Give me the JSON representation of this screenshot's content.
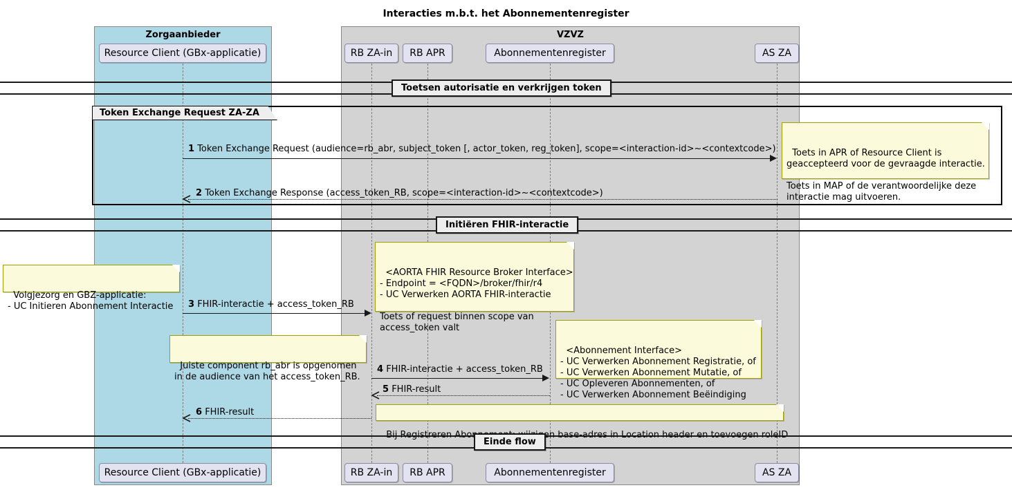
{
  "diagram": {
    "title": "Interacties m.b.t. het Abonnementenregister",
    "type": "uml-sequence-diagram",
    "colors": {
      "zorgaanbieder_box": "#ADD8E6",
      "vzvz_box": "#D3D3D3",
      "participant_fill": "#E2E2F0",
      "note_fill": "#FBFBDB",
      "note_border": "#A0A000",
      "line": "#181818"
    }
  },
  "groups": [
    {
      "name": "zorgaanbieder",
      "label": "Zorgaanbieder"
    },
    {
      "name": "vzvz",
      "label": "VZVZ"
    }
  ],
  "participants": [
    {
      "id": "rc",
      "label": "Resource Client (GBx-applicatie)"
    },
    {
      "id": "rbza",
      "label": "RB ZA-in"
    },
    {
      "id": "rbapr",
      "label": "RB APR"
    },
    {
      "id": "abr",
      "label": "Abonnementenregister"
    },
    {
      "id": "asza",
      "label": "AS ZA"
    }
  ],
  "dividers": [
    {
      "id": "d1",
      "label": "Toetsen autorisatie en verkrijgen token"
    },
    {
      "id": "d2",
      "label": "Initiëren FHIR-interactie"
    },
    {
      "id": "d3",
      "label": "Einde flow"
    }
  ],
  "frames": [
    {
      "id": "f1",
      "label": "Token Exchange Request ZA-ZA"
    }
  ],
  "messages": [
    {
      "num": "1",
      "text": "Token Exchange Request (audience=rb_abr, subject_token [, actor_token, reg_token], scope=<interaction-id>~<contextcode>)",
      "style": "solid",
      "direction": "right"
    },
    {
      "num": "2",
      "text": "Token Exchange Response (access_token_RB, scope=<interaction-id>~<contextcode>)",
      "style": "dotted",
      "direction": "left"
    },
    {
      "num": "3",
      "text": "FHIR-interactie + access_token_RB",
      "style": "solid",
      "direction": "right"
    },
    {
      "num": "4",
      "text": "FHIR-interactie + access_token_RB",
      "style": "solid",
      "direction": "right"
    },
    {
      "num": "5",
      "text": "FHIR-result",
      "style": "dotted",
      "direction": "left"
    },
    {
      "num": "6",
      "text": "FHIR-result",
      "style": "dotted",
      "direction": "left"
    }
  ],
  "notes": [
    {
      "id": "n1",
      "text": "Toets in APR of Resource Client is\ngeaccepteerd voor de gevraagde interactie.\n\nToets in MAP of de verantwoordelijke deze\ninteractie mag uitvoeren."
    },
    {
      "id": "n2",
      "text": "Volgjezorg en GBZ-applicatie:\n- UC Initieren Abonnement Interactie"
    },
    {
      "id": "n3",
      "text": "<AORTA FHIR Resource Broker Interface>\n- Endpoint = <FQDN>/broker/fhir/r4\n- UC Verwerken AORTA FHIR-interactie\n\nToets of request binnen scope van\naccess_token valt"
    },
    {
      "id": "n4",
      "text": "<Abonnement Interface>\n- UC Verwerken Abonnement Registratie, of\n- UC Verwerken Abonnement Mutatie, of\n- UC Opleveren Abonnementen, of\n- UC Verwerken Abonnement Beëindiging"
    },
    {
      "id": "n5",
      "text": "Juiste component rb_abr is opgenomen\nin de audience van het access_token_RB."
    },
    {
      "id": "n6",
      "text": "Bij Registreren Abonnement: wijzigen base-adres in Location header en toevoegen roleID"
    }
  ]
}
